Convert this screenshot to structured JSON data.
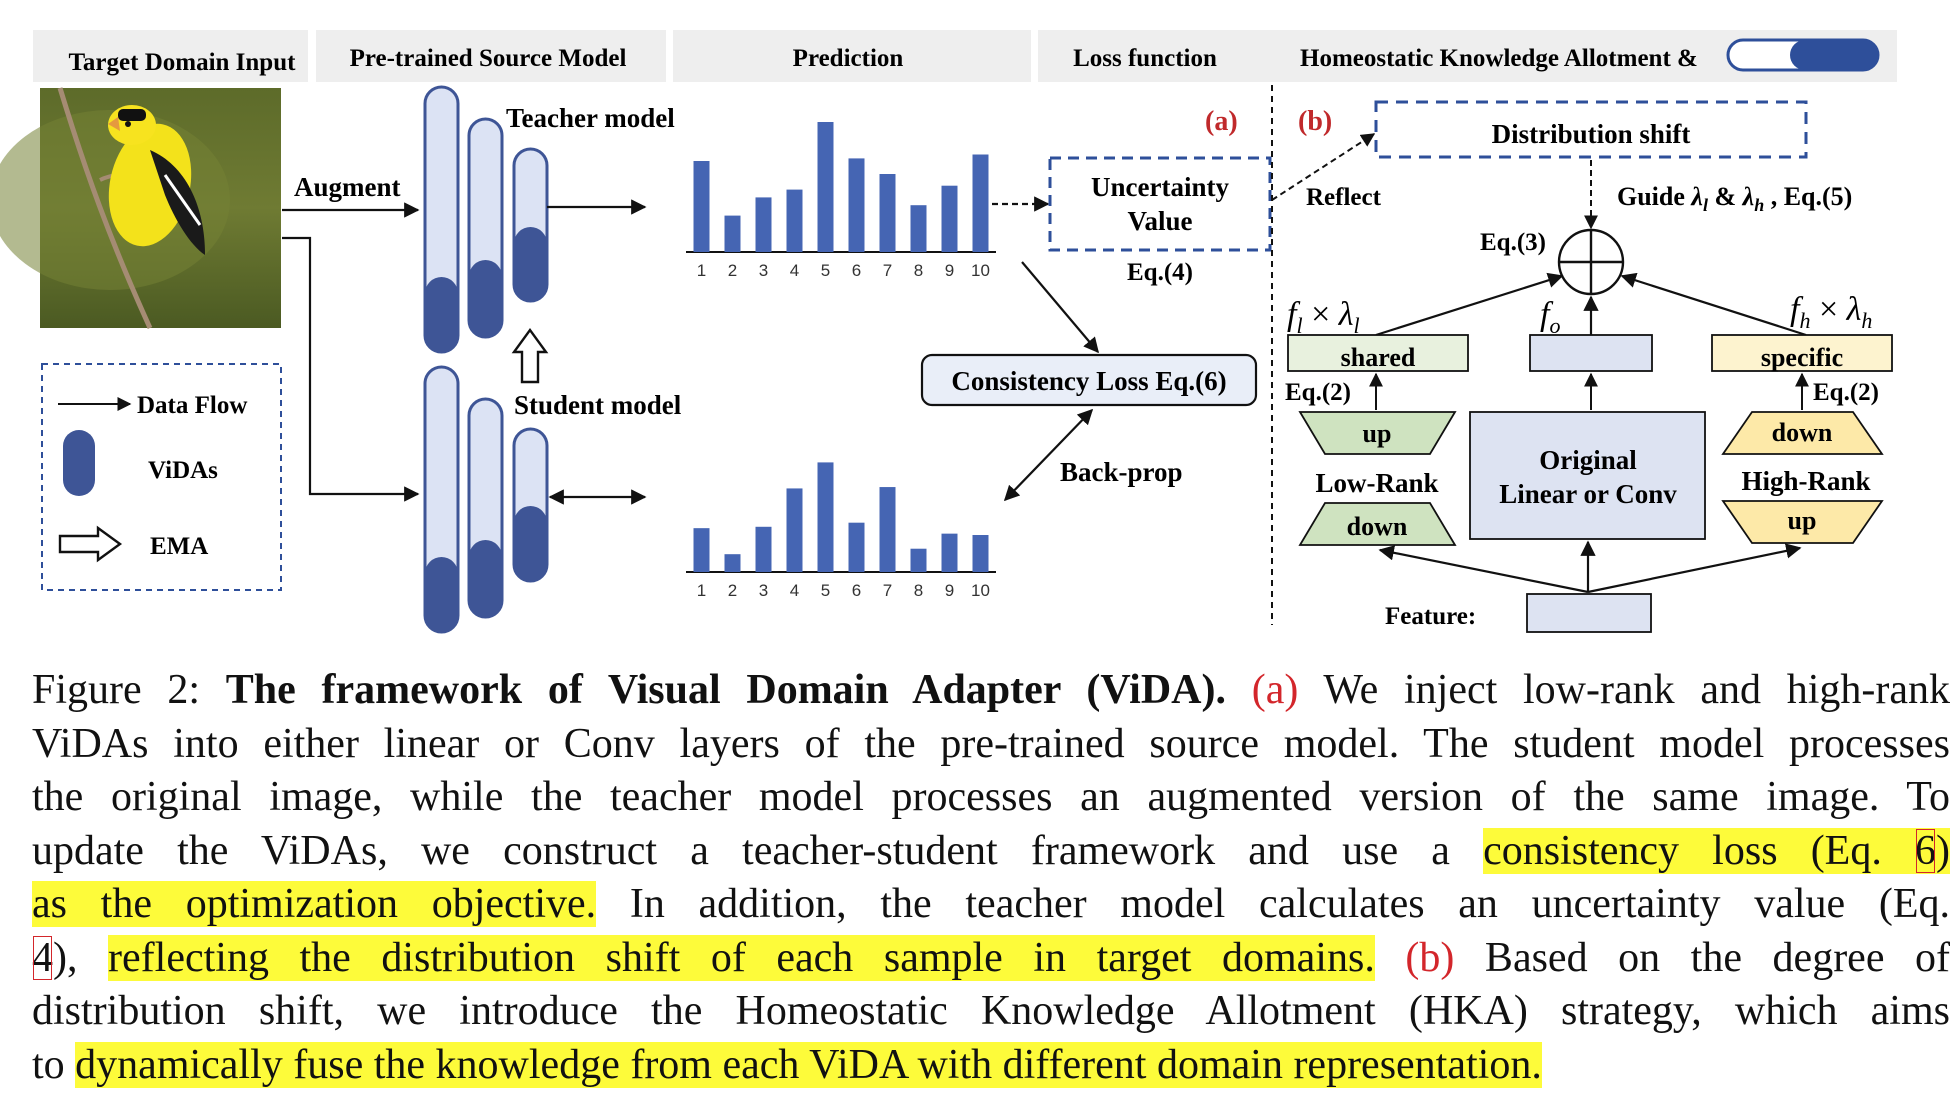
{
  "figure": {
    "headers": {
      "target_domain_input": "Target Domain Input",
      "pretrained_source_model": "Pre-trained  Source Model",
      "prediction": "Prediction",
      "loss_function": "Loss function",
      "hka": "Homeostatic Knowledge Allotment &"
    },
    "labels": {
      "augment": "Augment",
      "teacher_model": "Teacher model",
      "student_model": "Student model",
      "uncertainty_line1": "Uncertainty",
      "uncertainty_line2": "Value",
      "eq4": "Eq.(4)",
      "consistency_loss": "Consistency Loss Eq.(6)",
      "back_prop": "Back-prop",
      "panel_a": "(a)",
      "panel_b": "(b)",
      "distribution_shift": "Distribution shift",
      "reflect": "Reflect",
      "guide_prefix": "Guide ",
      "guide_l": "λ",
      "guide_l_sub": "l",
      "guide_mid": " & ",
      "guide_h": "λ",
      "guide_h_sub": "h",
      "guide_suffix": " , Eq.(5)",
      "eq3": "Eq.(3)",
      "f_l": "f",
      "f_l_sub": "l",
      "times": " × ",
      "lambda_l": "λ",
      "lambda_l_sub": "l",
      "f_o": "f",
      "f_o_sub": "o",
      "f_h": "f",
      "f_h_sub": "h",
      "lambda_h": "λ",
      "lambda_h_sub": "h",
      "shared": "shared",
      "specific": "specific",
      "eq2_left": "Eq.(2)",
      "eq2_right": "Eq.(2)",
      "up_left": "up",
      "down_left": "down",
      "low_rank": "Low-Rank",
      "original_line1": "Original",
      "original_line2": "Linear or Conv",
      "high_rank": "High-Rank",
      "down_right": "down",
      "up_right": "up",
      "feature": "Feature:"
    },
    "legend": {
      "data_flow": "Data Flow",
      "vidas": "ViDAs",
      "ema": "EMA"
    },
    "colors": {
      "bar_blue": "#4565b3",
      "tube_fill": "#dce3f4",
      "tube_dark": "#3e5596",
      "consistency_fill": "#e9eef8",
      "shared_fill": "#e8f1de",
      "specific_fill": "#fdf3cf",
      "original_fill": "#dde3f2",
      "lowrank_fill": "#cfe3c0",
      "highrank_fill": "#fde9a8",
      "accent_red": "#c0292b",
      "header_gray": "#eeeeee",
      "highlight_yellow": "#fdfb3a"
    }
  },
  "chart_data": [
    {
      "type": "bar",
      "name": "teacher prediction",
      "categories": [
        "1",
        "2",
        "3",
        "4",
        "5",
        "6",
        "7",
        "8",
        "9",
        "10"
      ],
      "values": [
        0.7,
        0.28,
        0.42,
        0.48,
        1.0,
        0.72,
        0.6,
        0.36,
        0.51,
        0.75
      ],
      "ylim": [
        0,
        1
      ]
    },
    {
      "type": "bar",
      "name": "student prediction",
      "categories": [
        "1",
        "2",
        "3",
        "4",
        "5",
        "6",
        "7",
        "8",
        "9",
        "10"
      ],
      "values": [
        0.32,
        0.13,
        0.33,
        0.61,
        0.8,
        0.36,
        0.62,
        0.17,
        0.28,
        0.27
      ],
      "ylim": [
        0,
        1
      ]
    }
  ],
  "caption": {
    "figure_num": "Figure 2: ",
    "title": "The framework of Visual Domain Adapter (ViDA).",
    "a": "(a)",
    "l1_rest": " We inject low-rank and high-rank",
    "l2": "ViDAs into either linear or Conv layers of the pre-trained source model. The student model processes",
    "l3": "the original image, while the teacher model processes an augmented version of the same image. To",
    "l4_pre": "update the ViDAs, we construct a teacher-student framework and use a ",
    "l4_hl": "consistency loss (Eq. ",
    "l4_ref": "6",
    "l4_close": ")",
    "l5_hl": "as the optimization objective.",
    "l5_rest": " In addition, the teacher model calculates an uncertainty value (Eq.",
    "l6_ref": "4",
    "l6_close": "), ",
    "l6_hl": "reflecting the distribution shift of each sample in target domains.",
    "b": "(b)",
    "l6_rest": " Based on the degree of",
    "l7": "distribution shift, we introduce the Homeostatic Knowledge Allotment (HKA) strategy, which aims",
    "l8_pre": "to ",
    "l8_hl": "dynamically fuse the knowledge from each ViDA with different domain representation."
  }
}
